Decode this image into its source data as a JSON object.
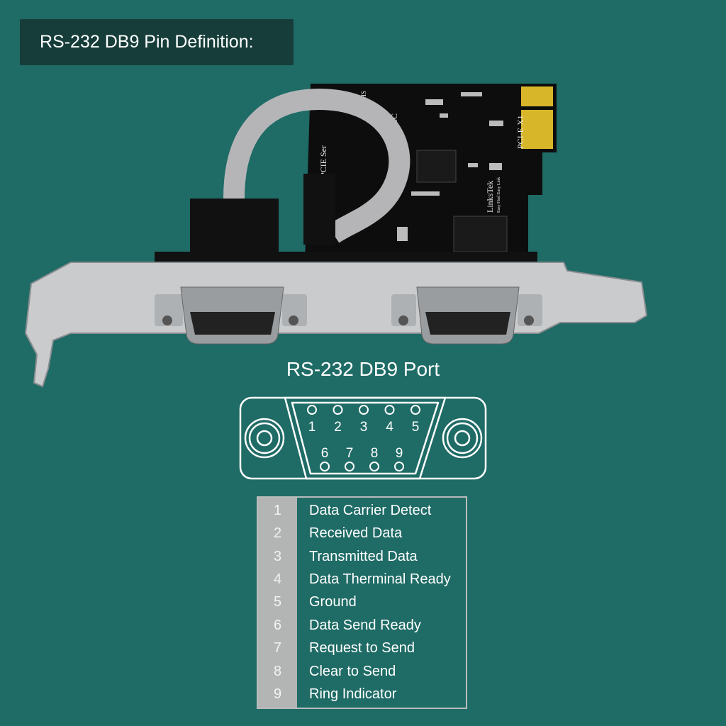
{
  "header": {
    "title": "RS-232 DB9 Pin Definition:"
  },
  "photo": {
    "board_labels": {
      "model": "PCIE Ser",
      "origin": "Made in P.R.C",
      "brand": "LinksTek",
      "brand_tagline": "Easy Find Easy Link",
      "interface": "PCI-E X1",
      "compliance": "RoHS"
    }
  },
  "port": {
    "title": "RS-232 DB9 Port",
    "top_pins": [
      "1",
      "2",
      "3",
      "4",
      "5"
    ],
    "bottom_pins": [
      "6",
      "7",
      "8",
      "9"
    ]
  },
  "pins": [
    {
      "num": "1",
      "name": "Data Carrier Detect"
    },
    {
      "num": "2",
      "name": "Received Data"
    },
    {
      "num": "3",
      "name": "Transmitted Data"
    },
    {
      "num": "4",
      "name": "Data Therminal Ready"
    },
    {
      "num": "5",
      "name": "Ground"
    },
    {
      "num": "6",
      "name": "Data Send Ready"
    },
    {
      "num": "7",
      "name": "Request to Send"
    },
    {
      "num": "8",
      "name": "Clear to Send"
    },
    {
      "num": "9",
      "name": "Ring Indicator"
    }
  ],
  "colors": {
    "background": "#1f6b66",
    "header_bg": "#163d39",
    "pin_column": "#b3b5b5"
  }
}
